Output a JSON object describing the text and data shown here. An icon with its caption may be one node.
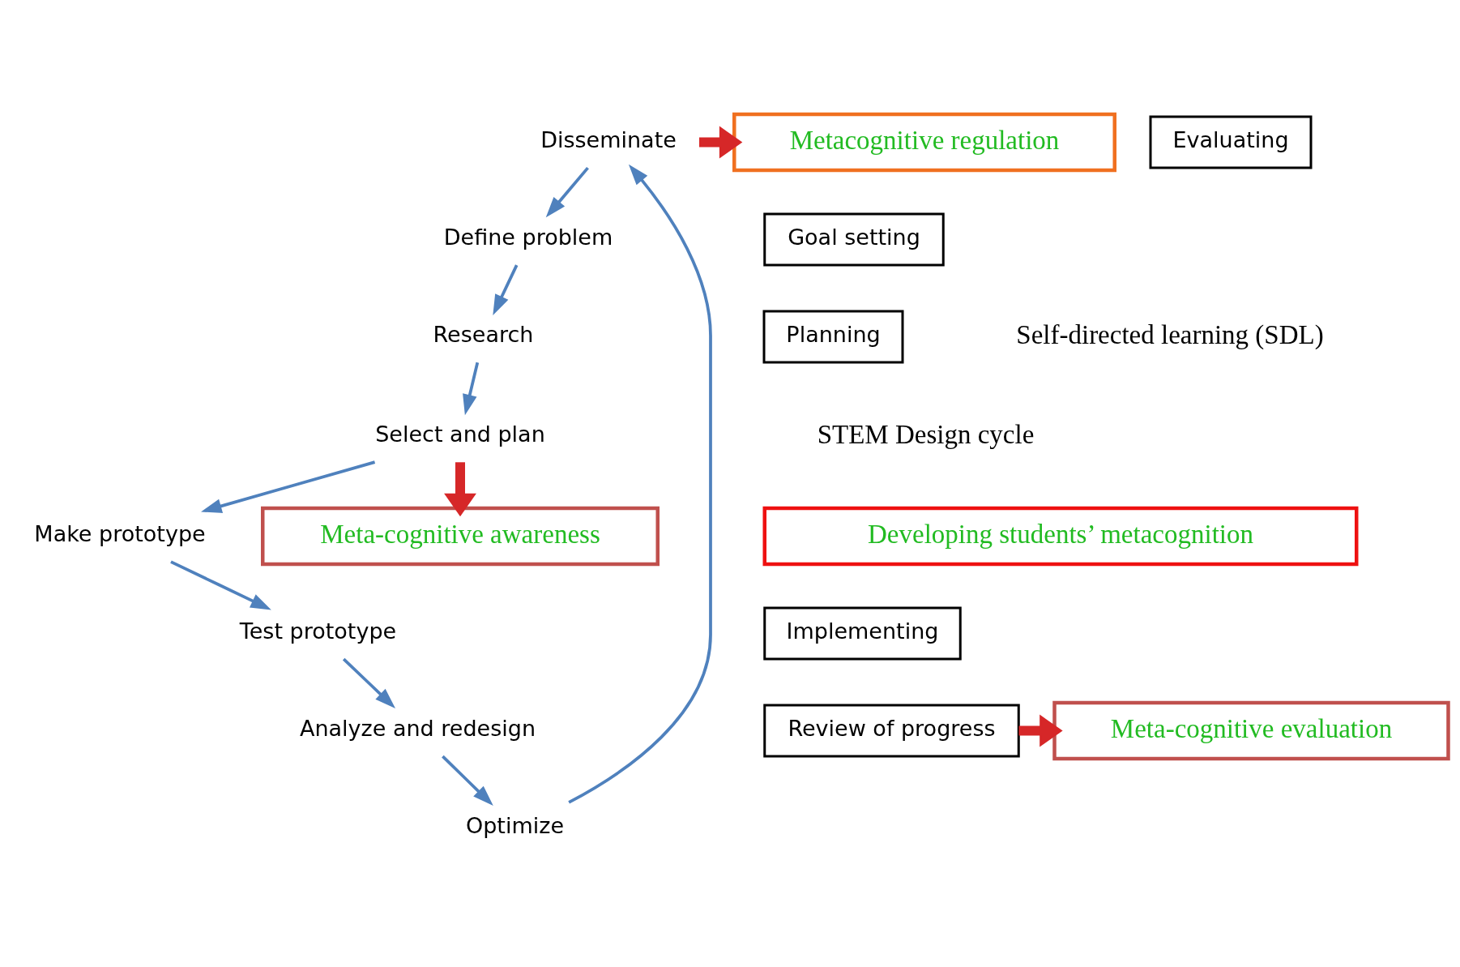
{
  "diagram": {
    "nodes": [
      {
        "text": [
          "Metacognitive regulation"
        ]
      },
      {
        "text": [
          "Define problem"
        ]
      },
      {
        "text": [
          "Goal setting"
        ]
      },
      {
        "text": [
          "Disseminate"
        ]
      },
      {
        "text": [
          "Research"
        ]
      },
      {
        "text": [
          "Evaluating"
        ]
      },
      {
        "text": [
          "Planning"
        ]
      },
      {
        "text": [
          "Optimize"
        ]
      },
      {
        "text": [
          "Select and plan"
        ]
      },
      {
        "text": [
          "Developing students’ metacognition"
        ]
      },
      {
        "text": [
          "Make prototype"
        ]
      },
      {
        "text": [
          "Analyze and redesign"
        ]
      },
      {
        "text": [
          "Meta-cognitive awareness"
        ]
      },
      {
        "text": [
          "Test prototype"
        ]
      },
      {
        "text": [
          "Meta-cognitive evaluation"
        ]
      },
      {
        "text": [
          "Implementing"
        ]
      },
      {
        "text": [
          "Review of progress"
        ]
      }
    ],
    "edges": [
      {
        "from": 3,
        "to": 1,
        "arrow": "to"
      },
      {
        "from": 1,
        "to": 4,
        "arrow": "to"
      },
      {
        "from": 4,
        "to": 8,
        "arrow": "to"
      },
      {
        "from": 8,
        "to": 10,
        "arrow": "to"
      },
      {
        "from": 10,
        "to": 13,
        "arrow": "to"
      },
      {
        "from": 13,
        "to": 11,
        "arrow": "to"
      },
      {
        "from": 11,
        "to": 7,
        "arrow": "to"
      },
      {
        "from": 7,
        "to": 3,
        "arrow": "to"
      },
      {
        "from": 3,
        "to": 0,
        "arrow": "to",
        "style": "thick",
        "color": "#d62728"
      },
      {
        "from": 8,
        "to": 12,
        "arrow": "to",
        "style": "thick",
        "color": "#d62728"
      },
      {
        "from": 16,
        "to": 14,
        "arrow": "to",
        "style": "thick",
        "color": "#d62728"
      }
    ],
    "labels": [
      "Self-directed learning (SDL)",
      "STEM Design cycle"
    ]
  }
}
